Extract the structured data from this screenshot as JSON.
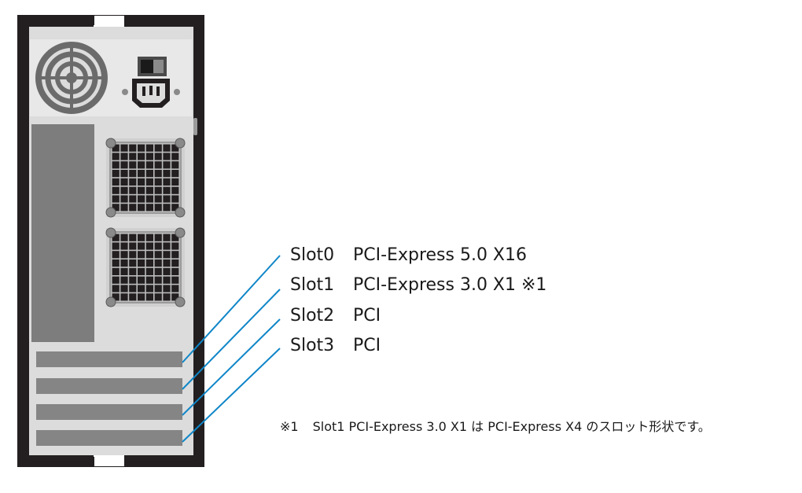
{
  "colors": {
    "chassis": "#231f20",
    "panel": "#dcdcdc",
    "psu": "#e8e8e8",
    "dark_gray": "#7d7d7d",
    "slot_bracket": "#858585",
    "leader_line": "#0f86c8",
    "fan_gray": "#8a8a8a"
  },
  "icons": [
    "psu-fan-icon",
    "power-switch-icon",
    "power-inlet-icon",
    "case-fan-grille-icon"
  ],
  "slots": [
    {
      "name": "Slot0",
      "type": "PCI-Express 5.0 X16"
    },
    {
      "name": "Slot1",
      "type": "PCI-Express 3.0 X1 ※1"
    },
    {
      "name": "Slot2",
      "type": "PCI"
    },
    {
      "name": "Slot3",
      "type": "PCI"
    }
  ],
  "footnote": {
    "mark": "※1",
    "text": "Slot1 PCI-Express 3.0 X1 は PCI-Express X4 のスロット形状です。"
  }
}
